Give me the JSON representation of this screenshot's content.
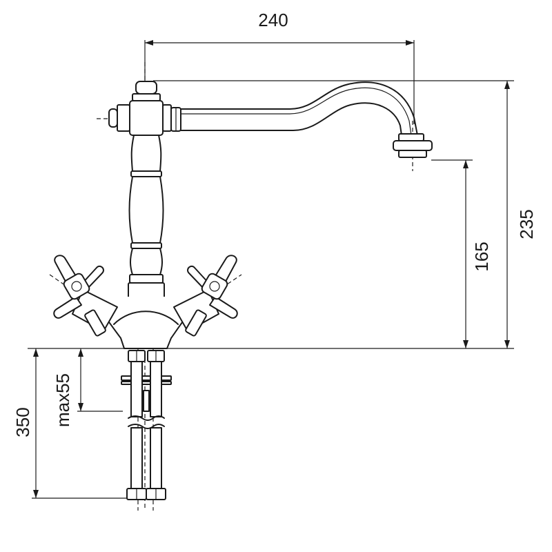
{
  "drawing": {
    "colors": {
      "line": "#1a1a1a",
      "background": "#ffffff"
    },
    "dimensions": {
      "spout_reach": "240",
      "total_height": "235",
      "spout_height": "165",
      "hose_length": "350",
      "max_deck": "max55"
    }
  }
}
